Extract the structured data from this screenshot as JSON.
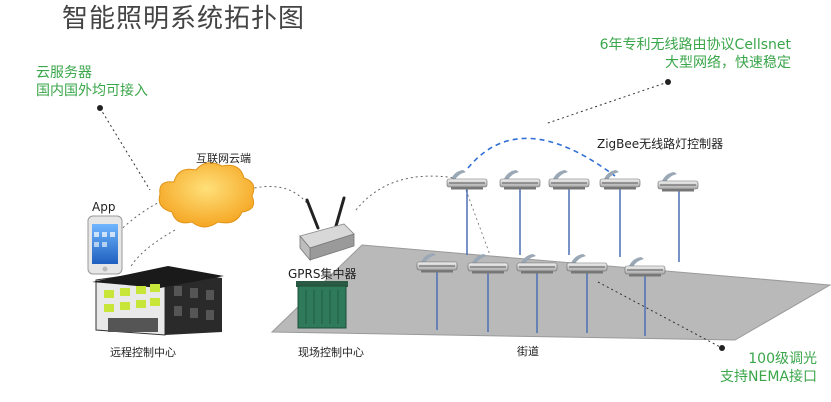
{
  "title": "智能照明系统拓扑图",
  "notes": {
    "cloud": [
      "云服务器",
      "国内国外均可接入"
    ],
    "network": [
      "6年专利无线路由协议Cellsnet",
      "大型网络，快速稳定"
    ],
    "dimming": [
      "100级调光",
      "支持NEMA接口"
    ]
  },
  "labels": {
    "app": "App",
    "internet": "互联网云端",
    "gprs": "GPRS集中器",
    "remote_center": "远程控制中心",
    "onsite_center": "现场控制中心",
    "street": "街道",
    "zigbee": "ZigBee无线路灯控制器"
  },
  "colors": {
    "note_green": "#3aa64a",
    "link_blue": "#2f6fd6",
    "cloud_orange": "#f5a623",
    "ground_gray": "#b9b9b9",
    "pole_blue": "#4a6fb5"
  }
}
